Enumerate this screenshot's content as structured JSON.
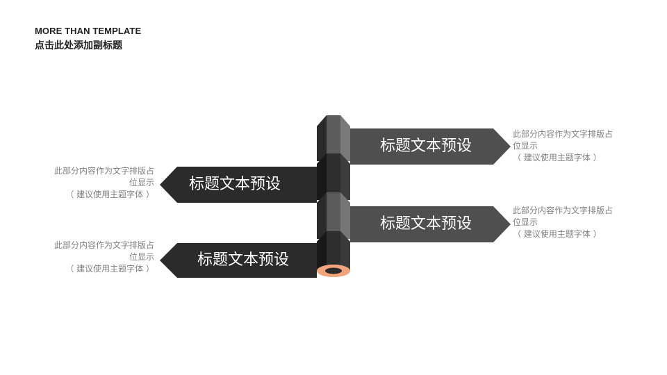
{
  "header": {
    "title": "MORE THAN TEMPLATE",
    "subtitle": "点击此处添加副标题"
  },
  "colors": {
    "dark_banner": "#2b2b2b",
    "mid_banner": "#4f4f4f",
    "column_dark": "#262626",
    "column_light": "#6b6b6b",
    "ring_accent": "#f2a57a",
    "description_text": "#808080"
  },
  "items": [
    {
      "label": "标题文本预设",
      "desc_line1": "此部分内容作为文字排版占",
      "desc_line2": "位显示",
      "desc_line3": "（ 建议使用主题字体 ）"
    },
    {
      "label": "标题文本预设",
      "desc_line1": "此部分内容作为文字排版占",
      "desc_line2": "位显示",
      "desc_line3": "（ 建议使用主题字体 ）"
    },
    {
      "label": "标题文本预设",
      "desc_line1": "此部分内容作为文字排版占",
      "desc_line2": "位显示",
      "desc_line3": "（ 建议使用主题字体 ）"
    },
    {
      "label": "标题文本预设",
      "desc_line1": "此部分内容作为文字排版占",
      "desc_line2": "位显示",
      "desc_line3": "（ 建议使用主题字体 ）"
    }
  ]
}
